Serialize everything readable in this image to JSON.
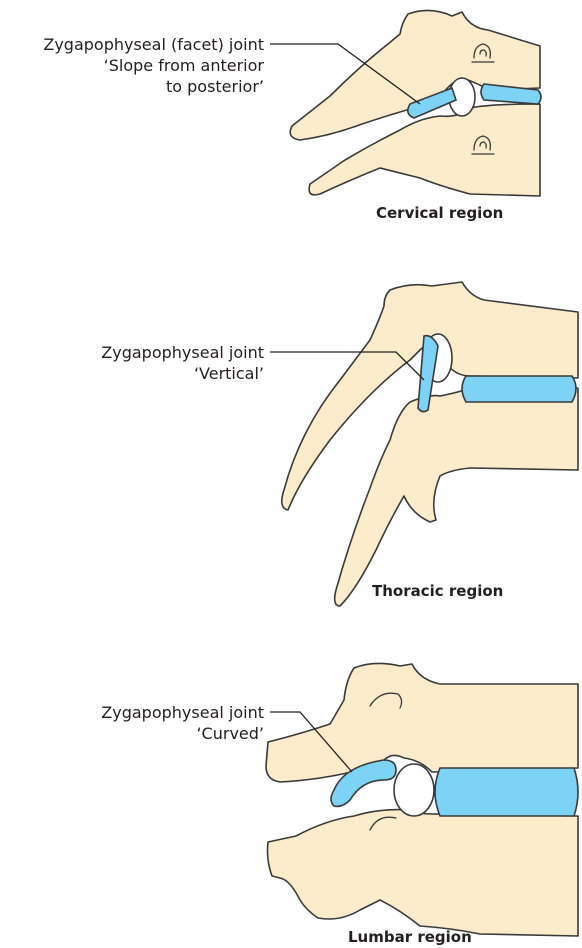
{
  "regions": [
    {
      "id": "cervical",
      "caption": "Cervical region",
      "joint_label": [
        "Zygapophyseal (facet) joint",
        "‘Slope from anterior",
        "to posterior’"
      ]
    },
    {
      "id": "thoracic",
      "caption": "Thoracic region",
      "joint_label": [
        "Zygapophyseal joint",
        "‘Vertical’"
      ]
    },
    {
      "id": "lumbar",
      "caption": "Lumbar region",
      "joint_label": [
        "Zygapophyseal joint",
        "‘Curved’"
      ]
    }
  ],
  "colors": {
    "bone_fill": "#fdeccb",
    "disc_fill": "#7dd3f5",
    "outline": "#3a3a3a",
    "text": "#231f20"
  }
}
